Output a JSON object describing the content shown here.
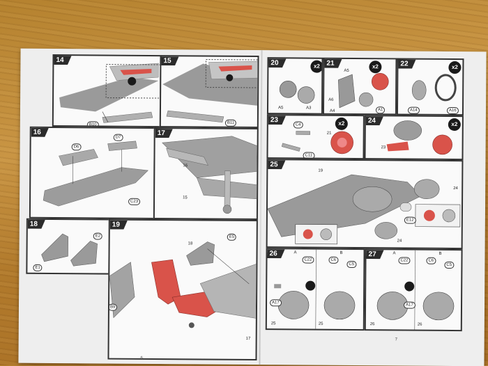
{
  "colors": {
    "highlight": "#d9534a",
    "part_grey": "#a9a9a9",
    "panel_border": "#333333",
    "step_bg": "#2b2b2b",
    "wood": "#c08a3a"
  },
  "steps": [
    {
      "number": "14",
      "parts": [
        "B10"
      ]
    },
    {
      "number": "15",
      "parts": [
        "B11"
      ]
    },
    {
      "number": "16",
      "parts": [
        "D6",
        "D7",
        "C23"
      ]
    },
    {
      "number": "17",
      "parts": [
        "16",
        "15"
      ]
    },
    {
      "number": "18",
      "parts": [
        "E2",
        "E1"
      ]
    },
    {
      "number": "19",
      "parts": [
        "18",
        "E5",
        "B9",
        "17"
      ]
    },
    {
      "number": "20",
      "qty": "x2",
      "parts": [
        "A5",
        "A3"
      ]
    },
    {
      "number": "21",
      "qty": "x2",
      "parts": [
        "A5",
        "A1",
        "A6",
        "A4"
      ]
    },
    {
      "number": "22",
      "qty": "x2",
      "parts": [
        "A14",
        "A16"
      ]
    },
    {
      "number": "23",
      "qty": "x2",
      "parts": [
        "C4",
        "21",
        "C11"
      ]
    },
    {
      "number": "24",
      "qty": "x2",
      "parts": [
        "23"
      ]
    },
    {
      "number": "25",
      "parts": [
        "19",
        "24",
        "E12",
        "24"
      ]
    },
    {
      "number": "26",
      "parts": [
        "A",
        "B",
        "C22",
        "C6",
        "C5",
        "A17",
        "25",
        "25"
      ]
    },
    {
      "number": "27",
      "parts": [
        "A",
        "B",
        "C22",
        "C6",
        "C5",
        "A17",
        "26",
        "26"
      ]
    }
  ],
  "page_numbers": {
    "left": "6",
    "right": "7"
  }
}
